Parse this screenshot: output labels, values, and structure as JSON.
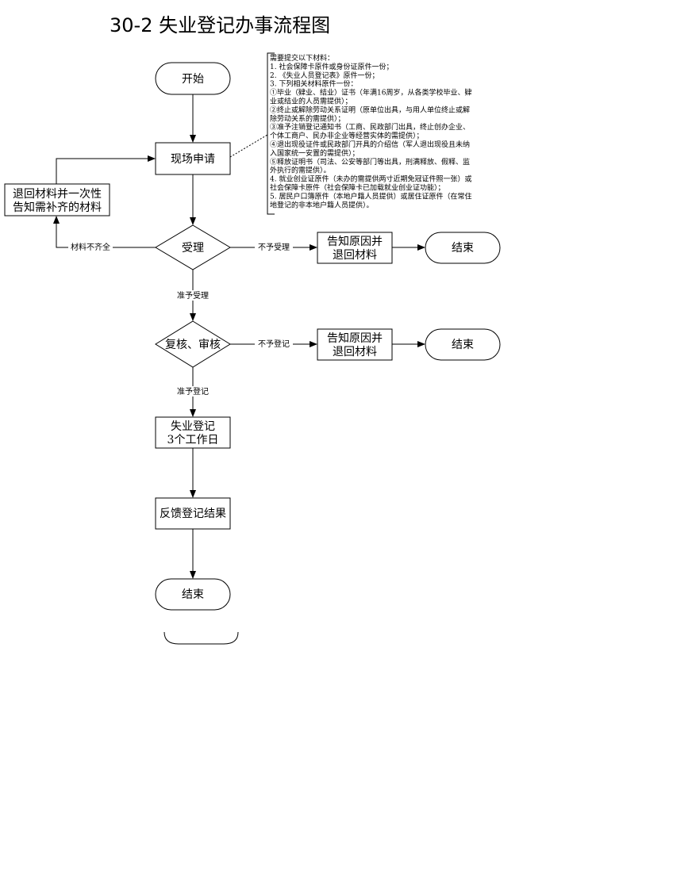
{
  "title": "30-2 失业登记办事流程图",
  "nodes": {
    "start": "开始",
    "apply": "现场申请",
    "return_all": [
      "退回材料并一次性",
      "告知需补齐的材料"
    ],
    "accept": "受理",
    "notify1": [
      "告知原因并",
      "退回材料"
    ],
    "end1": "结束",
    "review": "复核、审核",
    "notify2": [
      "告知原因并",
      "退回材料"
    ],
    "end2": "结束",
    "register": [
      "失业登记",
      "3个工作日"
    ],
    "feedback": "反馈登记结果",
    "end3": "结束"
  },
  "edges": {
    "incomplete": "材料不齐全",
    "not_accepted": "不予受理",
    "accepted": "准予受理",
    "not_registered": "不予登记",
    "registered": "准予登记"
  },
  "note": [
    "需要提交以下材料：",
    "1. 社会保障卡原件或身份证原件一份；",
    "2. 《失业人员登记表》原件一份；",
    "3. 下列相关材料原件一份：",
    "①毕业（肄业、结业）证书（年满16周岁，从各类学校毕业、肄",
    "业或结业的人员需提供）；",
    "②终止或解除劳动关系证明（原单位出具，与用人单位终止或解",
    "除劳动关系的需提供）；",
    "③准予注销登记通知书（工商、民政部门出具，终止创办企业、",
    "个体工商户、民办非企业等经营实体的需提供）；",
    "④退出现役证件或民政部门开具的介绍信（军人退出现役且未纳",
    "入国家统一安置的需提供）；",
    "⑤释放证明书（司法、公安等部门等出具，刑满释放、假释、监",
    "外执行的需提供）。",
    "4. 就业创业证原件（未办的需提供两寸近期免冠证件照一张）或",
    "社会保障卡原件（社会保障卡已加载就业创业证功能）；",
    "5. 居民户口簿原件（本地户籍人员提供）或居住证原件（在常住",
    "地登记的非本地户籍人员提供）。"
  ]
}
